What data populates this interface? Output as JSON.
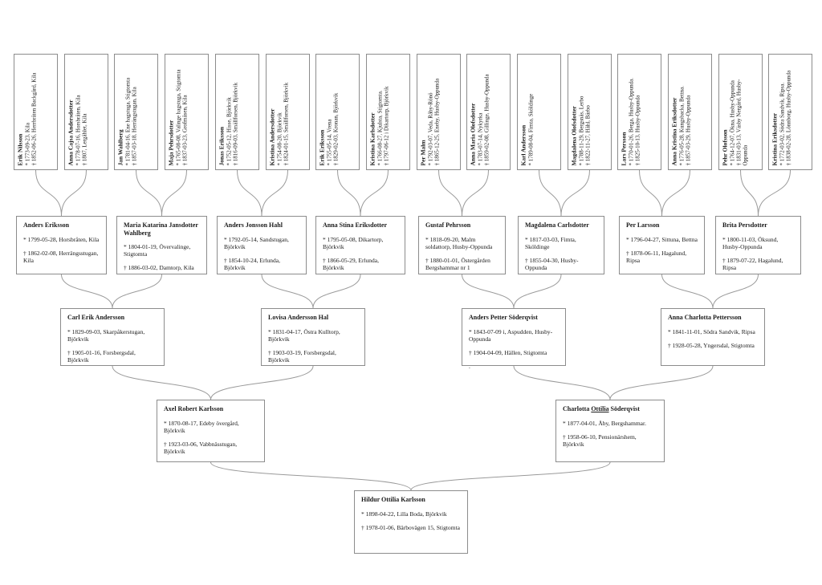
{
  "colors": {
    "background": "#ffffff",
    "box_border": "#8c8c8c",
    "connector": "#9a9a9a",
    "text": "#1a1a1a"
  },
  "tree": {
    "generation4": [
      {
        "name": "Erik Nilsson",
        "birth": "* 1773-09-23, Kila",
        "death": "† 1852-06-26, Herrbråten Backgård, Kila"
      },
      {
        "name": "Anna Cajsa Andersdotter",
        "birth": "* 1778-07-16, Horsbråten, Kila",
        "death": "† 1807, Lergåhlet, Kila"
      },
      {
        "name": "Jan Wahlberg",
        "birth": "* 1781-04-16, Ene hagstuga, Stigtomta",
        "death": "† 1857-03-18, Herrängstugan, Kila"
      },
      {
        "name": "Maja Pehrsdotter",
        "birth": "* 1765-08-08, Valinge hagstuga, Stigtomta",
        "death": "† 1837-03-23, Grofmåsen, Kila"
      },
      {
        "name": "Jonas Eriksson",
        "birth": "* 1752-05-12, Hisse, Björkvik",
        "death": "† 1816-09-03, Smällforsen, Björkvik"
      },
      {
        "name": "Kristina Andersdotter",
        "birth": "* 1754-08-20, Björkvik",
        "death": "† 1824-01-15, Smällforsen, Björkvik"
      },
      {
        "name": "Erik Eriksson",
        "birth": "* 1755-05-14, Vrena",
        "death": "† 1829-02-03, Kronan, Björkvik"
      },
      {
        "name": "Kristina Karlsdotter",
        "birth": "* 1766-08-27, Kjulsta, Stigtomta.",
        "death": "† 1797-06-12 i Dikartorp, Björkvik"
      },
      {
        "name": "Per Malm",
        "birth": "* 1792-03-07, Veda, Råby-Rönö",
        "death": "† 1865-12-25, Eneby, Husby-Oppunda"
      },
      {
        "name": "Anna Maria Olofsdotter",
        "birth": "* 1783-07-14, Nykyrka",
        "death": "† 1859-02-08, Gillinge, Husby-Oppunda"
      },
      {
        "name": "Karl Andersson",
        "birth": "* 1789-08-04, Fimta, Sköldinge"
      },
      {
        "name": "Magdalena Olofsdotter",
        "birth": "* 1788-11-29, Bergsnäs, Lerbo",
        "death": "† 1822-11-27, Håhl, Bärbo"
      },
      {
        "name": "Lars Persson",
        "birth": "* 1770-01-26, Berga, Husby-Oppunda.",
        "death": "† 1825-10-13, Husby-Oppunda"
      },
      {
        "name": "Anna Kristina Eriksdotter",
        "birth": "* 1776-05-28, Kungsbacka, Bettna.",
        "death": "† 1857-03-29, Husby-Oppunda"
      },
      {
        "name": "Pehr Olofsson",
        "birth": "* 1764-12-07, Ökna, Husby-Oppunda",
        "death": "† 1831-03-13, Väsby Nergård, Husby-Oppunda"
      },
      {
        "name": "Kristina Eriksdotter",
        "birth": "* 1772-03-02, Södra Sandvik, Ripsa.",
        "death": "† 1838-02-28, Lönnborg, Husby-Oppunda"
      }
    ],
    "generation3": [
      {
        "name": "Anders Eriksson",
        "birth": "* 1799-05-28, Horsbråten, Kila",
        "death": "† 1862-02-08, Herrängsstugan, Kila"
      },
      {
        "name": "Maria Katarina Jansdotter Wahlberg",
        "birth": "* 1804-01-19, Övervalinge, Stigtomta",
        "death": "† 1886-03-02, Damtorp, Kila"
      },
      {
        "name": "Anders Jonsson Hahl",
        "birth": "* 1792-05-14, Sandstugan, Björkvik",
        "death": "† 1854-10-24, Erlunda, Björkvik"
      },
      {
        "name": "Anna Stina Eriksdotter",
        "birth": "* 1795-05-08, Dikartorp, Björkvik",
        "death": "† 1866-05-29, Erlunda, Björkvik"
      },
      {
        "name": "Gustaf Pehrsson",
        "birth": "* 1818-09-20, Malm soldattorp, Husby-Oppunda",
        "death": "† 1880-01-01, Östergården Bergshammar nr 1"
      },
      {
        "name": "Magdalena Carlsdotter",
        "birth": "* 1817-03-03, Fimta, Sköldinge",
        "death": "† 1855-04-30, Husby-Oppunda"
      },
      {
        "name": "Per Larsson",
        "birth": "* 1796-04-27, Sittuna, Bettna",
        "death": "† 1878-06-11, Hagalund, Ripsa"
      },
      {
        "name": "Brita Persdotter",
        "birth": "* 1800-11-03, Öksund, Husby-Oppunda",
        "death": "† 1879-07-22, Hagalund, Ripsa"
      }
    ],
    "generation2": [
      {
        "name": "Carl Erik Andersson",
        "birth": "* 1829-09-03, Skarpåkerstugan, Björkvik",
        "death": "† 1905-01-16, Forsbergsdal, Björkvik"
      },
      {
        "name": "Lovisa Andersson Hal",
        "birth": "* 1831-04-17, Östra Kulltorp, Björkvik",
        "death": "† 1903-03-19, Forsbergsdal, Björkvik"
      },
      {
        "name": "Anders Petter Söderqvist",
        "birth": "* 1843-07-09 i, Aspudden, Husby-Oppunda",
        "death": "† 1904-04-09, Hällen, Stigtomta",
        "note": "."
      },
      {
        "name": "Anna Charlotta Pettersson",
        "birth": "* 1841-11-01, Södra Sandvik, Ripsa",
        "death": "† 1928-05-28, Yngersdal, Stigtomta"
      }
    ],
    "generation1": [
      {
        "name": "Axel Robert Karlsson",
        "birth": "* 1870-08-17, Edeby övergård, Björkvik",
        "death": "† 1923-03-06, Vabbnässtugan, Björkvik"
      },
      {
        "name_parts": {
          "pre": "Charlotta ",
          "underlined": "Ottilia",
          "post": " Söderqvist"
        },
        "birth": "* 1877-04-01, Åby, Bergshammar.",
        "death": "† 1958-06-10, Pensionärshem, Björkvik"
      }
    ],
    "root": {
      "name": "Hildur Ottilia Karlsson",
      "birth": "* 1898-04-22, Lilla Boda, Björkvik",
      "death": "† 1978-01-06, Bärbovägen 15, Stigtomta"
    }
  }
}
